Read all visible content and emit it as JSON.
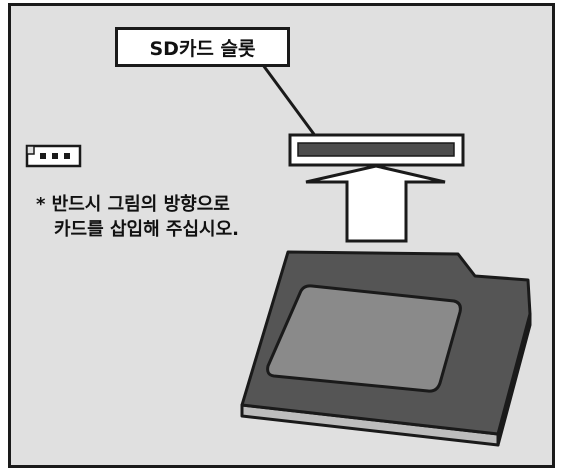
{
  "callout": {
    "label": "SD카드 슬롯"
  },
  "note": {
    "line1": "* 반드시 그림의 방향으로",
    "line2": "카드를 삽입해 주십시오."
  },
  "colors": {
    "background": "#e0e0e0",
    "outline": "#1a1a1a",
    "slot_opening": "#4d4d4d",
    "card_body": "#555555",
    "card_label": "#8a8a8a",
    "card_edge": "#bdbdbd",
    "arrow_fill": "#ffffff"
  },
  "icons": {
    "connector": "connector-icon",
    "slot": "sd-slot-icon",
    "arrow": "insert-arrow-icon",
    "card": "sd-card-icon"
  }
}
